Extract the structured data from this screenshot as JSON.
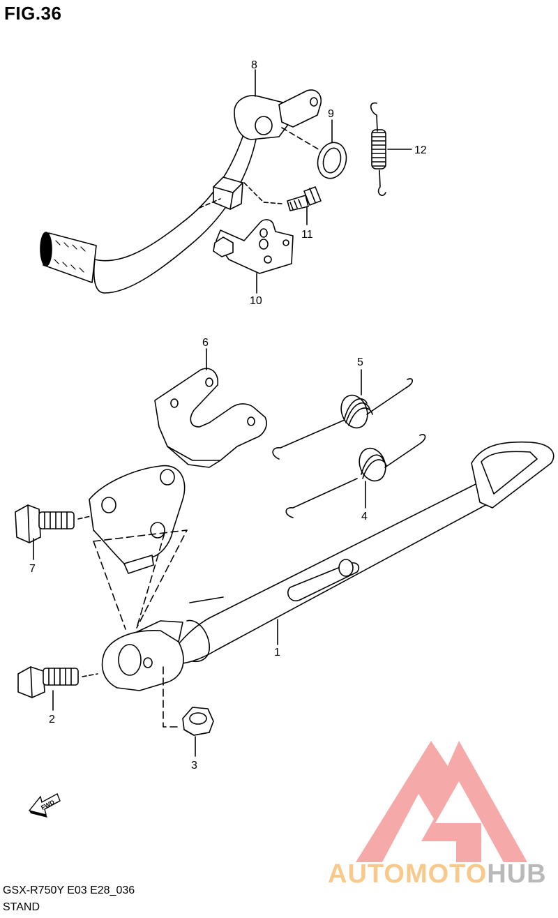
{
  "figure": {
    "title": "FIG.36",
    "model_code": "GSX-R750Y E03 E28_036",
    "section_name": "STAND"
  },
  "parts": [
    {
      "id": "1",
      "label": "1"
    },
    {
      "id": "2",
      "label": "2"
    },
    {
      "id": "3",
      "label": "3"
    },
    {
      "id": "4",
      "label": "4"
    },
    {
      "id": "5",
      "label": "5"
    },
    {
      "id": "6",
      "label": "6"
    },
    {
      "id": "7",
      "label": "7"
    },
    {
      "id": "8",
      "label": "8"
    },
    {
      "id": "9",
      "label": "9"
    },
    {
      "id": "10",
      "label": "10"
    },
    {
      "id": "11",
      "label": "11"
    },
    {
      "id": "12",
      "label": "12"
    }
  ],
  "fwd_marker": "FWD",
  "watermark": {
    "part1": "AUTOMOTO",
    "part2": "HUB",
    "colors": {
      "triangle": "#f59a9a",
      "text_primary": "#f7c98a",
      "text_secondary": "#b9b9b9"
    }
  }
}
